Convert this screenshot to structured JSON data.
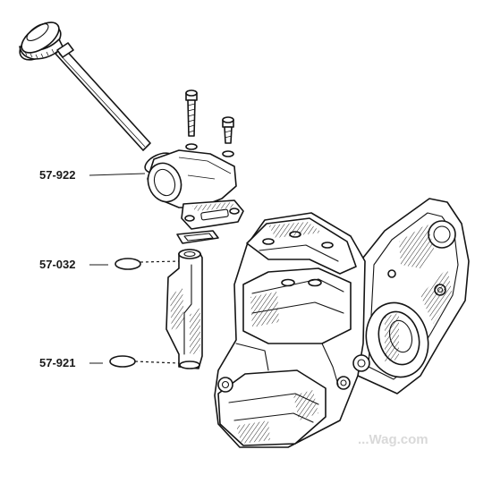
{
  "callouts": {
    "breather_housing": "57-922",
    "upper_oring": "57-032",
    "lower_oring": "57-921"
  },
  "watermark": "...Wag.com"
}
